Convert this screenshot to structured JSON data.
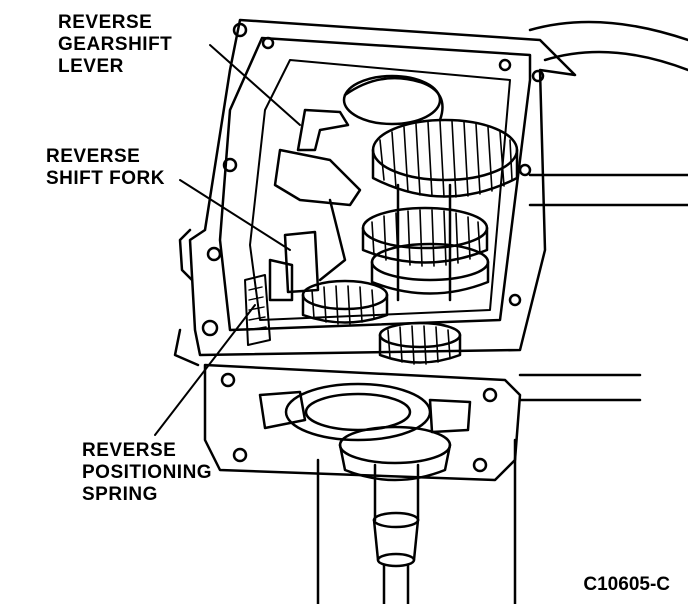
{
  "callouts": {
    "reverse_gearshift_lever": [
      "REVERSE",
      "GEARSHIFT",
      "LEVER"
    ],
    "reverse_shift_fork": [
      "REVERSE",
      "SHIFT FORK"
    ],
    "reverse_positioning_spring": [
      "REVERSE",
      "POSITIONING",
      "SPRING"
    ]
  },
  "figure_id": "C10605-C",
  "colors": {
    "ink": "#000000",
    "paper": "#ffffff"
  }
}
